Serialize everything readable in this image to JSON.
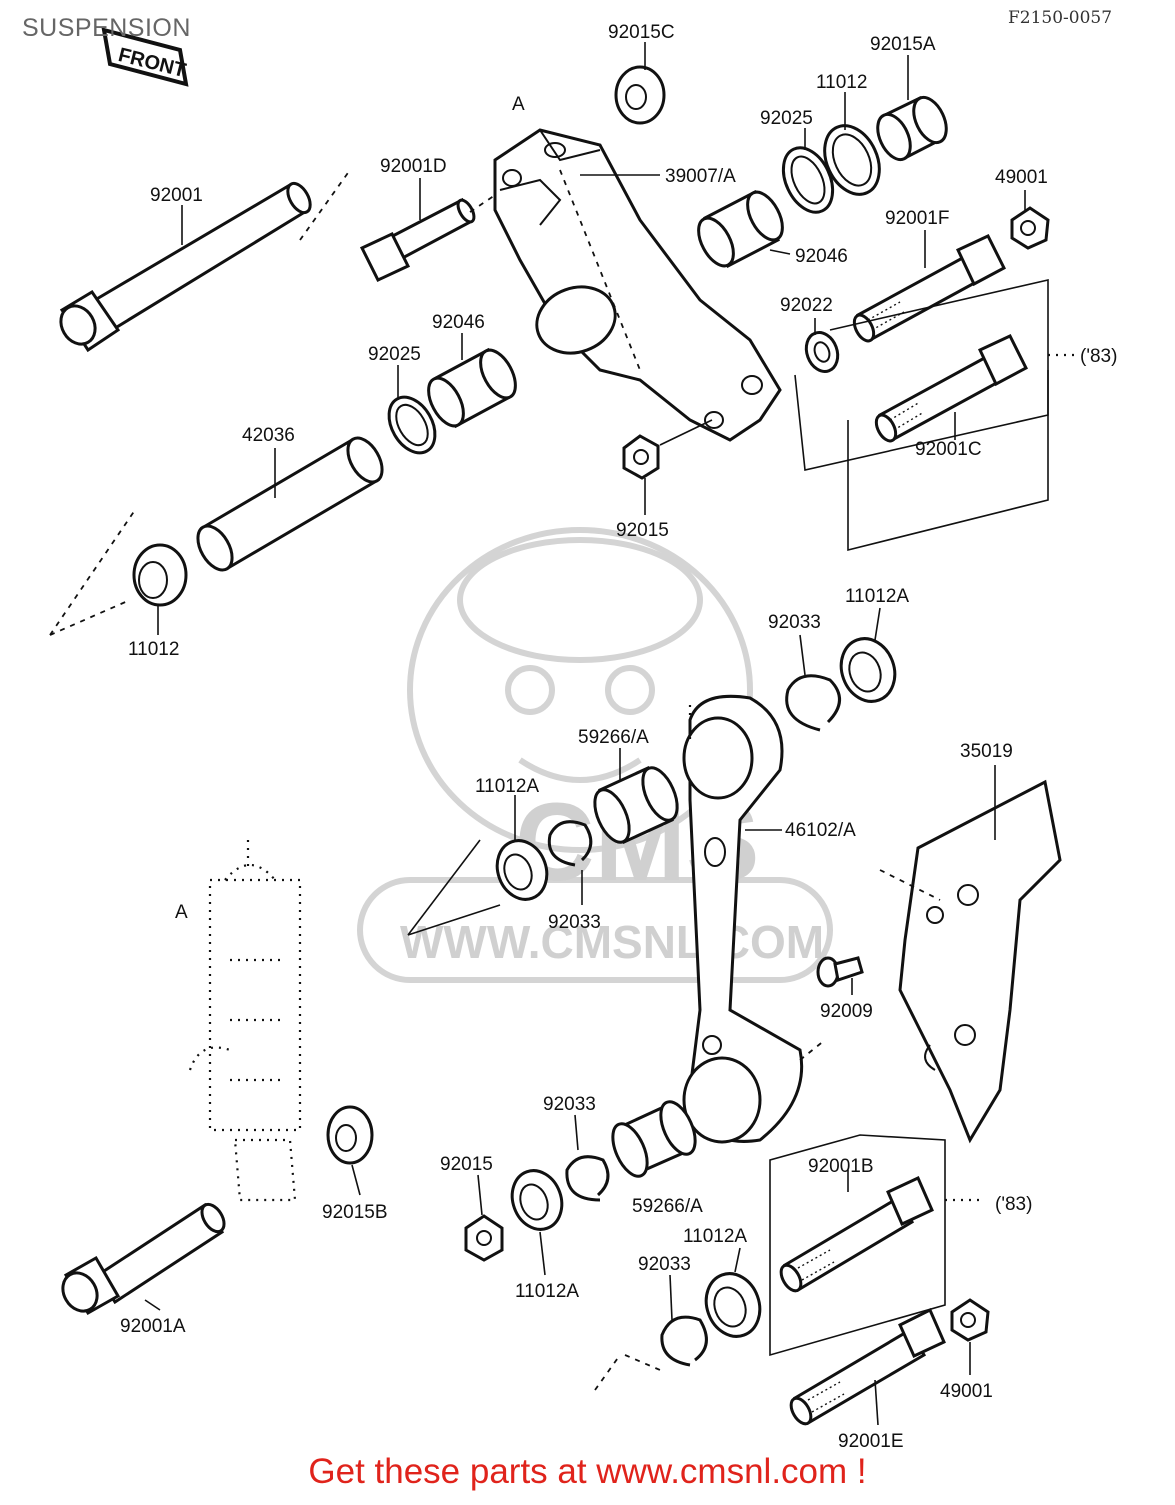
{
  "header": {
    "title": "SUSPENSION",
    "diagram_code": "F2150-0057",
    "front_badge": "FRONT"
  },
  "watermark": {
    "brand": "CMS",
    "url": "WWW.CMSNL.COM"
  },
  "labels": {
    "p92015C": "92015C",
    "p92015A": "92015A",
    "p11012_top": "11012",
    "p92025_top": "92025",
    "p39007A": "39007/A",
    "p92001D": "92001D",
    "p92001": "92001",
    "p49001_top": "49001",
    "p92001F": "92001F",
    "p92046_right": "92046",
    "p92022": "92022",
    "p83_top": "('83)",
    "p92046_left": "92046",
    "p92025_left": "92025",
    "p92001C": "92001C",
    "p42036": "42036",
    "p92015_top": "92015",
    "p11012_left": "11012",
    "p11012A_r": "11012A",
    "p92033_r": "92033",
    "p59266A_top": "59266/A",
    "p35019": "35019",
    "p11012A_l": "11012A",
    "p46102A": "46102/A",
    "p92033_l": "92033",
    "p92009": "92009",
    "p92033_b": "92033",
    "p92015_bot": "92015",
    "p92001B": "92001B",
    "p83_bot": "('83)",
    "p92015B": "92015B",
    "p59266A_bot": "59266/A",
    "p11012A_b": "11012A",
    "p11012A_c": "11012A",
    "p92033_c": "92033",
    "p92001A": "92001A",
    "p49001_bot": "49001",
    "p92001E": "92001E",
    "ref_A_top": "A",
    "ref_A_left": "A"
  },
  "footer": {
    "text": "Get these parts at www.cmsnl.com !"
  }
}
